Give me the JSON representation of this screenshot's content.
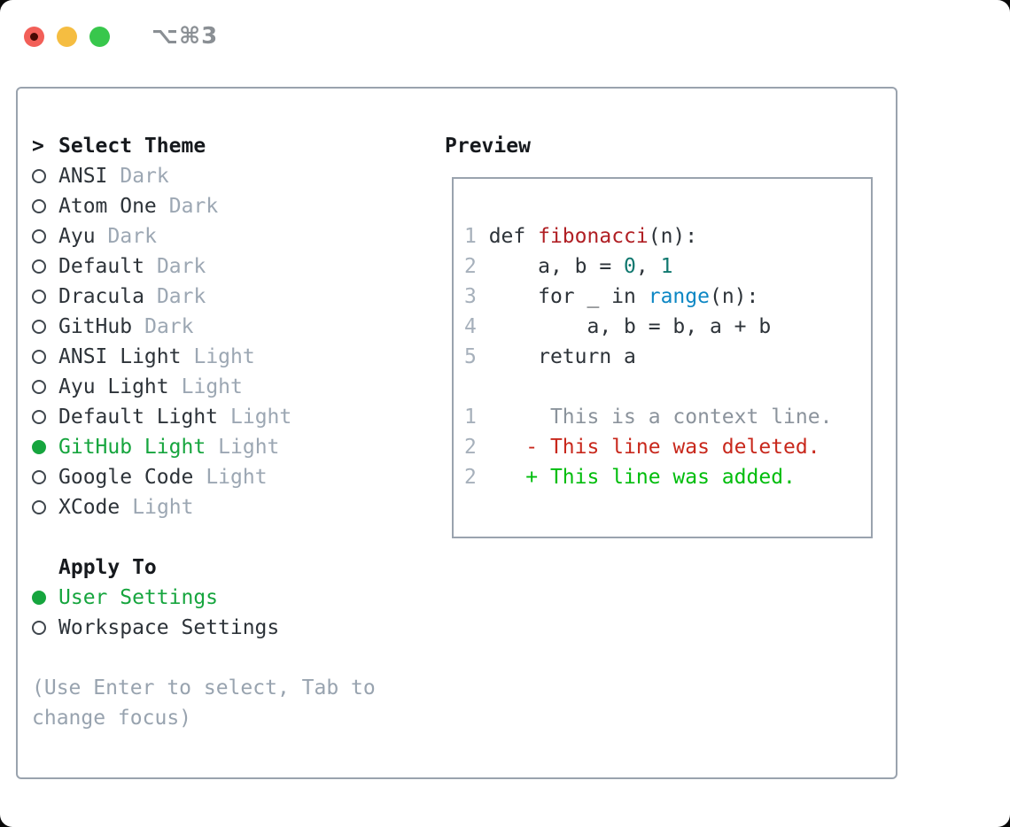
{
  "window": {
    "title": "⌥⌘3"
  },
  "palette": {
    "text_dark": "#2d3339",
    "heading": "#16191d",
    "tag_gray": "#9ca7b3",
    "hint_gray": "#98a3af",
    "line_num": "#a6b0bb",
    "context_gray": "#8b939c",
    "defname_red": "#b01f24",
    "number_teal": "#10786f",
    "builtin_blue": "#0d87c4",
    "diff_red": "#c8281c",
    "diff_green": "#00bd0c",
    "selected_green": "#16a53e",
    "border_gray": "#9aa3ae",
    "traffic_red": "#f25f58",
    "traffic_red_dot": "#470a04",
    "traffic_yellow": "#f5bd41",
    "traffic_green": "#38c74c",
    "title_gray": "#8a8f94"
  },
  "theme_select": {
    "header": "Select Theme",
    "prompt": ">",
    "items": [
      {
        "name": "ANSI",
        "tag": "Dark",
        "selected": false
      },
      {
        "name": "Atom One",
        "tag": "Dark",
        "selected": false
      },
      {
        "name": "Ayu",
        "tag": "Dark",
        "selected": false
      },
      {
        "name": "Default",
        "tag": "Dark",
        "selected": false
      },
      {
        "name": "Dracula",
        "tag": "Dark",
        "selected": false
      },
      {
        "name": "GitHub",
        "tag": "Dark",
        "selected": false
      },
      {
        "name": "ANSI Light",
        "tag": "Light",
        "selected": false
      },
      {
        "name": "Ayu Light",
        "tag": "Light",
        "selected": false
      },
      {
        "name": "Default Light",
        "tag": "Light",
        "selected": false
      },
      {
        "name": "GitHub Light",
        "tag": "Light",
        "selected": true
      },
      {
        "name": "Google Code",
        "tag": "Light",
        "selected": false
      },
      {
        "name": "XCode",
        "tag": "Light",
        "selected": false
      }
    ]
  },
  "apply_to": {
    "header": "Apply To",
    "items": [
      {
        "name": "User Settings",
        "selected": true
      },
      {
        "name": "Workspace Settings",
        "selected": false
      }
    ]
  },
  "hint": "(Use Enter to select, Tab to change focus)",
  "preview": {
    "header": "Preview",
    "lines": [
      [
        {
          "t": "1",
          "c": "num"
        },
        {
          "t": " def ",
          "c": "plain"
        },
        {
          "t": "fibonacci",
          "c": "defname"
        },
        {
          "t": "(n):",
          "c": "plain"
        }
      ],
      [
        {
          "t": "2",
          "c": "num"
        },
        {
          "t": "     a, b = ",
          "c": "plain"
        },
        {
          "t": "0",
          "c": "number"
        },
        {
          "t": ", ",
          "c": "plain"
        },
        {
          "t": "1",
          "c": "number"
        }
      ],
      [
        {
          "t": "3",
          "c": "num"
        },
        {
          "t": "     for _ in ",
          "c": "plain"
        },
        {
          "t": "range",
          "c": "builtin"
        },
        {
          "t": "(n):",
          "c": "plain"
        }
      ],
      [
        {
          "t": "4",
          "c": "num"
        },
        {
          "t": "         a, b = b, a + b",
          "c": "plain"
        }
      ],
      [
        {
          "t": "5",
          "c": "num"
        },
        {
          "t": "     return a",
          "c": "plain"
        }
      ],
      [],
      [
        {
          "t": "1",
          "c": "num"
        },
        {
          "t": "      This is a context line.",
          "c": "context"
        }
      ],
      [
        {
          "t": "2",
          "c": "num"
        },
        {
          "t": "    - This line was deleted.",
          "c": "deleted"
        }
      ],
      [
        {
          "t": "2",
          "c": "num"
        },
        {
          "t": "    + This line was added.",
          "c": "added"
        }
      ]
    ]
  }
}
